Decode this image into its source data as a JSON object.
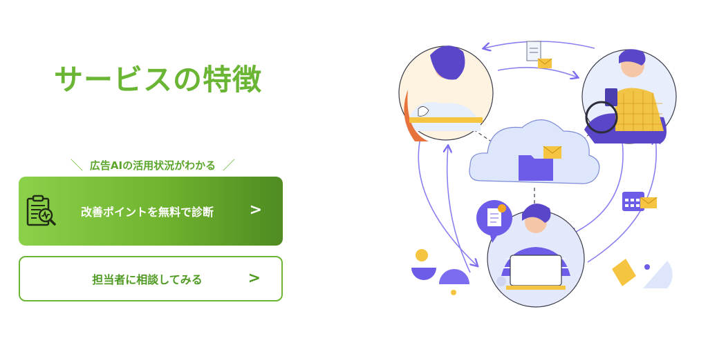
{
  "section": {
    "title": "サービスの特徴",
    "tagline": "広告AIの活用状況がわかる"
  },
  "buttons": {
    "primary_label": "改善ポイントを無料で診断",
    "primary_arrow": ">",
    "secondary_label": "担当者に相談してみる",
    "secondary_arrow": ">"
  },
  "colors": {
    "brand_green": "#6ab534",
    "gradient_start": "#8cd14a",
    "gradient_end": "#4f8b22",
    "illustration_purple": "#6c5ce7",
    "illustration_yellow": "#f5c542",
    "cloud_blue": "#dde6fb"
  },
  "icons": {
    "primary_button_icon": "clipboard-magnifier-icon"
  }
}
